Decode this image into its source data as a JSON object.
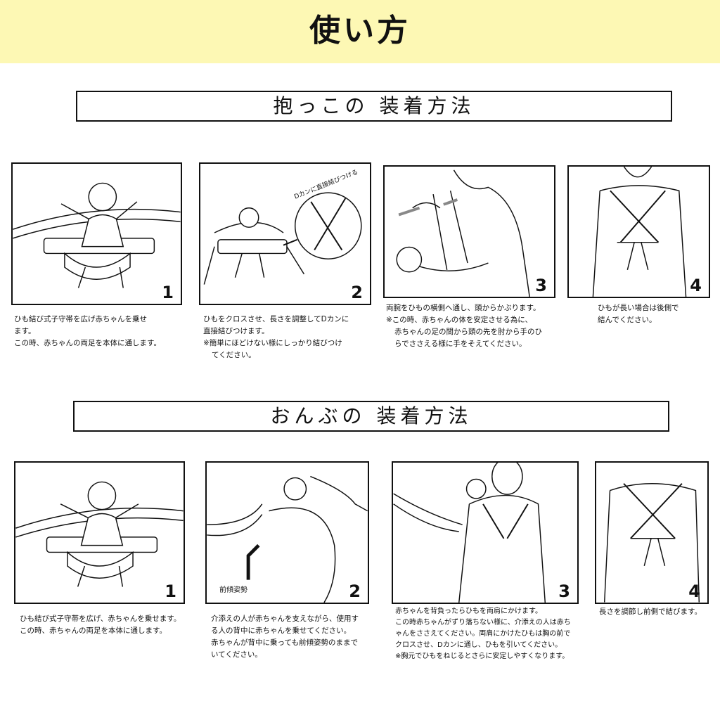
{
  "page": {
    "title": "使い方"
  },
  "section_front": {
    "title": "抱っこの 装着方法",
    "steps": [
      {
        "num": "1",
        "lines": [
          "ひも結び式子守帯を広げ赤ちゃんを乗せ",
          "ます。",
          "この時、赤ちゃんの両足を本体に通します。"
        ],
        "notes": []
      },
      {
        "num": "2",
        "lines": [
          "ひもをクロスさせ、長さを調整してDカンに",
          "直接結びつけます。"
        ],
        "notes": [
          "※簡単にほどけない様にしっかり結びつけ",
          "てください。"
        ],
        "callout": "Dカンに直接結びつける"
      },
      {
        "num": "3",
        "lines": [
          "両腕をひもの横側へ通し、頭からかぶります。"
        ],
        "notes": [
          "※この時、赤ちゃんの体を安定させる為に、",
          "赤ちゃんの足の間から頭の先を肘から手のひ",
          "らでささえる様に手をそえてください。"
        ]
      },
      {
        "num": "4",
        "lines": [
          "ひもが長い場合は後側で",
          "結んでください。"
        ],
        "notes": []
      }
    ]
  },
  "section_back": {
    "title": "おんぶの 装着方法",
    "steps": [
      {
        "num": "1",
        "lines": [
          "ひも結び式子守帯を広げ、赤ちゃんを乗せます。",
          "この時、赤ちゃんの両足を本体に通します。"
        ],
        "notes": []
      },
      {
        "num": "2",
        "lines": [
          "介添えの人が赤ちゃんを支えながら、使用す",
          "る人の背中に赤ちゃんを乗せてください。",
          "赤ちゃんが背中に乗っても前傾姿勢のままで",
          "いてください。"
        ],
        "notes": [],
        "callout": "前傾姿勢"
      },
      {
        "num": "3",
        "lines": [
          "赤ちゃんを背負ったらひもを両肩にかけます。",
          "この時赤ちゃんがずり落ちない様に、介添えの人は赤ち",
          "ゃんをささえてください。両肩にかけたひもは胸の前で",
          "クロスさせ、Dカンに通し、ひもを引いてください。"
        ],
        "notes": [
          "※胸元でひもをねじるとさらに安定しやすくなります。"
        ]
      },
      {
        "num": "4",
        "lines": [
          "長さを調節し前側で結びます。"
        ],
        "notes": []
      }
    ]
  }
}
